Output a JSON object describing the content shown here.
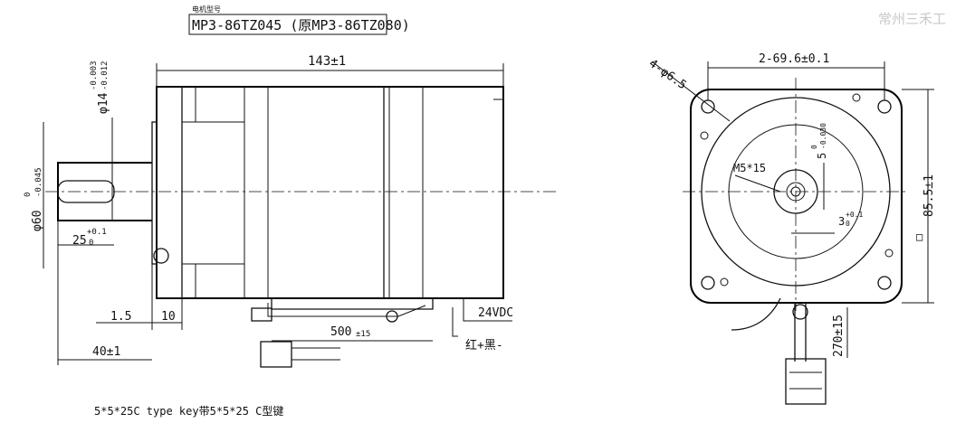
{
  "title_block": {
    "small_label": "电机型号",
    "model": "MP3-86TZ045 (原MP3-86TZ080)"
  },
  "watermark": "常州三禾工",
  "side_view": {
    "length_dim": "143±1",
    "shaft_dia_dim": "φ14",
    "shaft_dia_tol_upper": "-0.003",
    "shaft_dia_tol_lower": "-0.012",
    "pilot_dia_dim": "φ60",
    "pilot_dia_tol_upper": "0",
    "pilot_dia_tol_lower": "-0.045",
    "key_length_dim": "25",
    "key_length_tol_upper": "+0.1",
    "key_length_tol_lower": "0",
    "pilot_height_dim": "1.5",
    "flange_thickness_dim": "10",
    "shaft_length_dim": "40±1",
    "cable_length_dim": "500",
    "cable_length_tol": "±15",
    "brake_voltage": "24VDC",
    "brake_wires": "红+黑-"
  },
  "front_view": {
    "holes_dim": "4-φ6.5",
    "hole_spacing_dim": "2-69.6±0.1",
    "thread_dim": "M5*15",
    "key_width_dim": "5",
    "key_width_tol_upper": "0",
    "key_width_tol_lower": "-0.030",
    "key_depth_dim": "3",
    "key_depth_tol_upper": "+0.1",
    "key_depth_tol_lower": "0",
    "flange_dim": "85.5±1",
    "flange_square_symbol": "□",
    "lead_length_dim": "270±15"
  },
  "note": "5*5*25C type key带5*5*25 C型键"
}
